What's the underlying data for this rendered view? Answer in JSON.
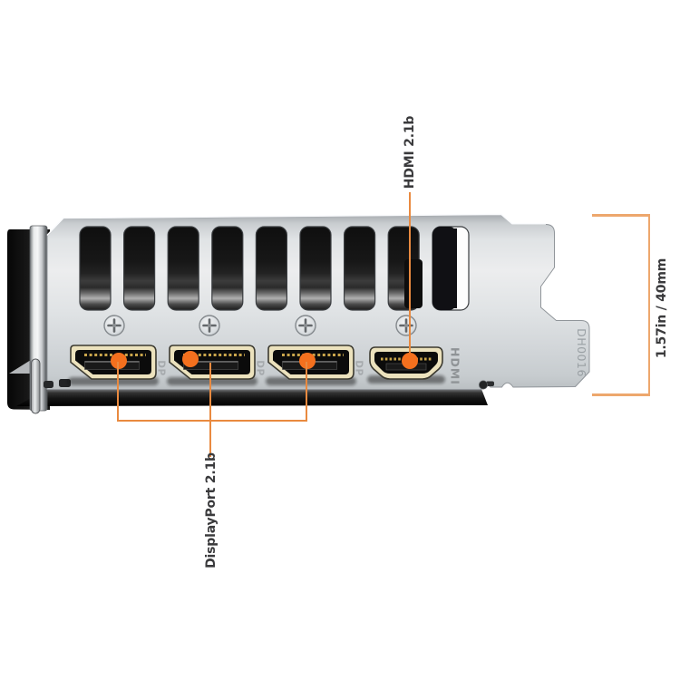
{
  "figure": {
    "type": "gpu-rear-io-bracket-diagram",
    "background": "#ffffff"
  },
  "bracket": {
    "serial_engraving": "DH0016",
    "vent_slot_count": 9,
    "screw_count": 4
  },
  "ports": {
    "displayport": {
      "engraving": "DP",
      "count": 3
    },
    "hdmi": {
      "engraving": "HDMI",
      "count": 1
    }
  },
  "annotations": {
    "hdmi_label": "HDMI 2.1b",
    "displayport_label": "DisplayPort 2.1b",
    "dimension_label": "1.57in / 40mm",
    "colors": {
      "marker_dot": "#f4701e",
      "leader_line": "#e98a40",
      "dimension_line": "#eda76d",
      "label_text": "#3a3a3c"
    }
  }
}
